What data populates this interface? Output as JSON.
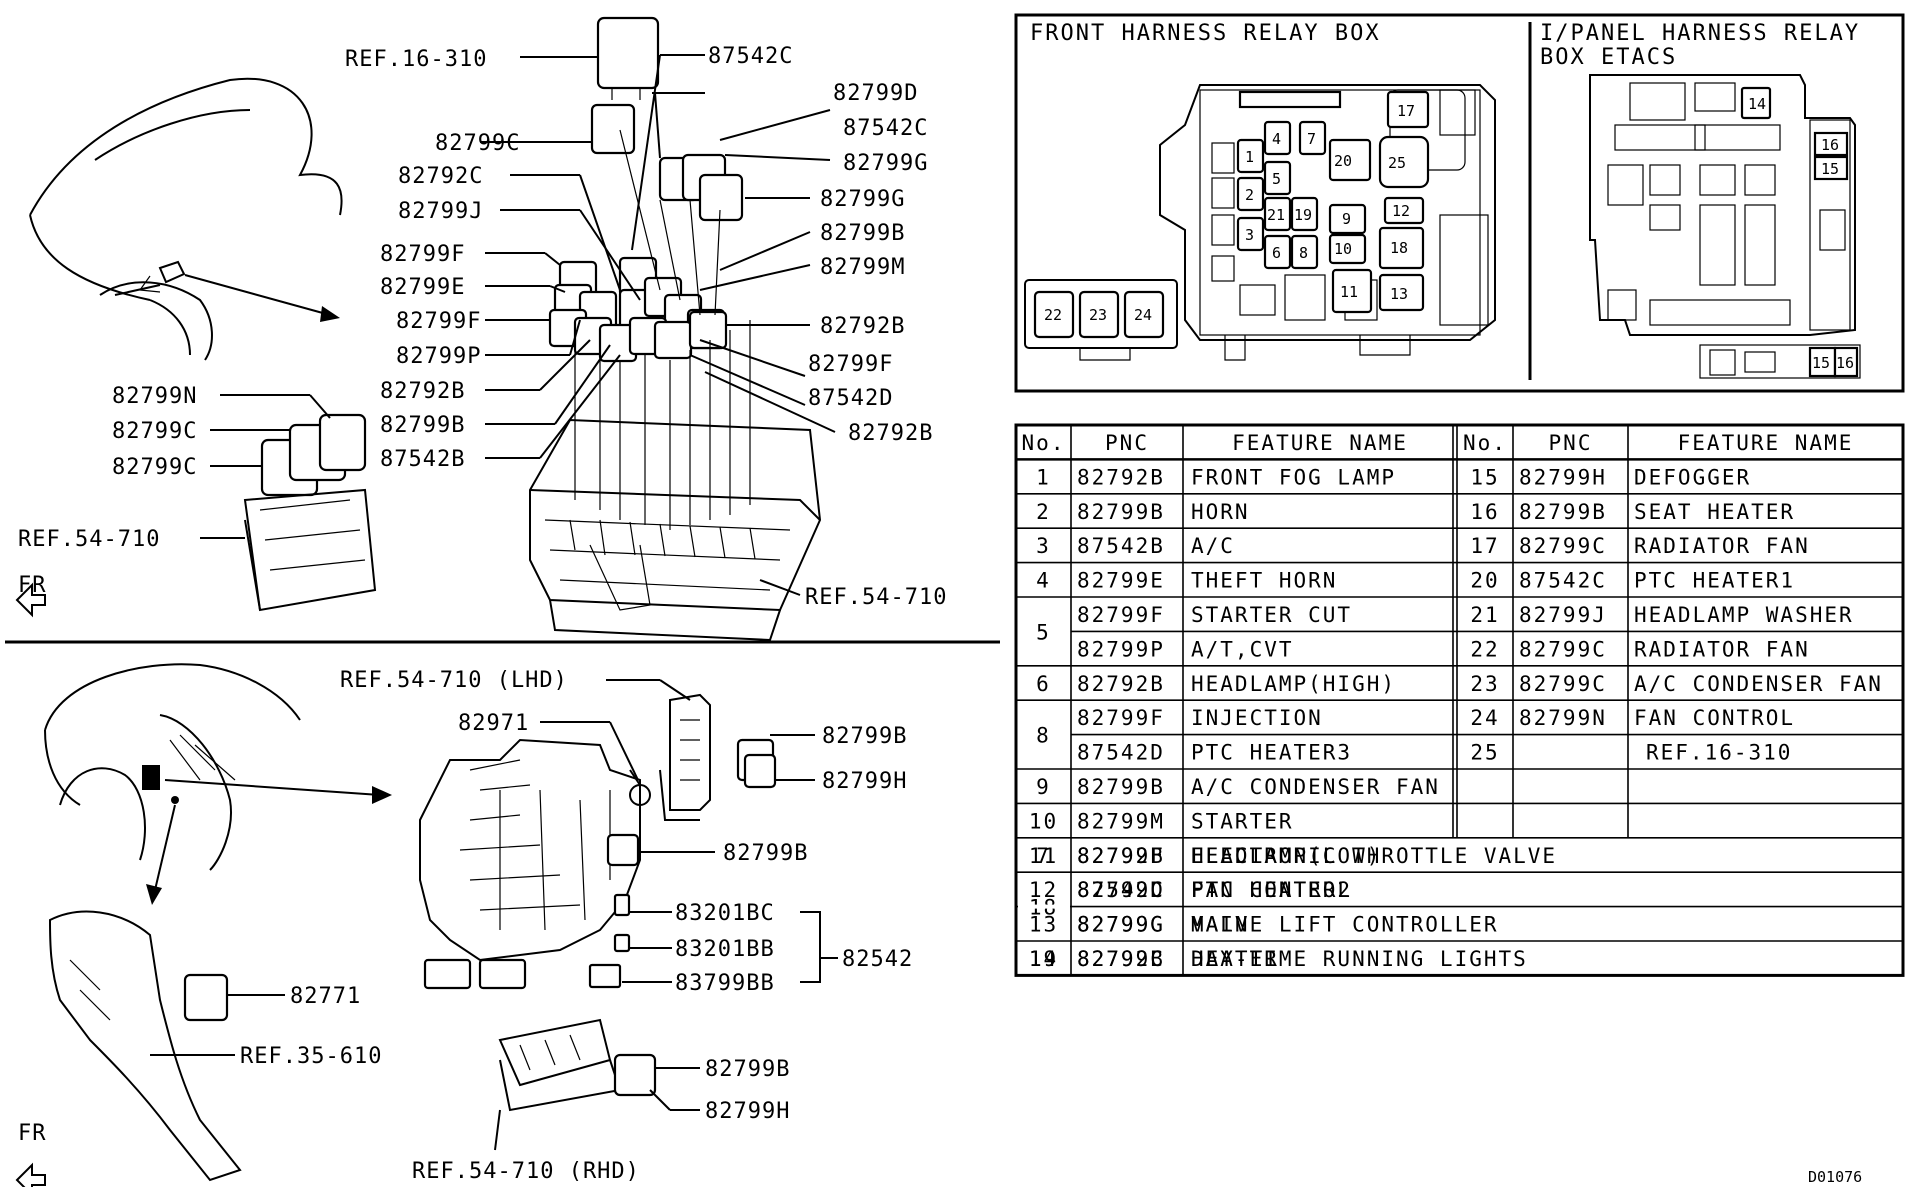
{
  "labels_top": [
    {
      "id": "ref16310",
      "text": "REF.16-310"
    },
    {
      "id": "p87542c_a",
      "text": "87542C"
    },
    {
      "id": "p82799d",
      "text": "82799D"
    },
    {
      "id": "p87542c_b",
      "text": "87542C"
    },
    {
      "id": "p82799g_a",
      "text": "82799G"
    },
    {
      "id": "p82799g_b",
      "text": "82799G"
    },
    {
      "id": "p82799b_r",
      "text": "82799B"
    },
    {
      "id": "p82799m",
      "text": "82799M"
    },
    {
      "id": "p82792b_r",
      "text": "82792B"
    },
    {
      "id": "p82799f_r",
      "text": "82799F"
    },
    {
      "id": "p87542d",
      "text": "87542D"
    },
    {
      "id": "p82792b_r2",
      "text": "82792B"
    },
    {
      "id": "ref54710_r",
      "text": "REF.54-710"
    },
    {
      "id": "p82799c_l",
      "text": "82799C"
    },
    {
      "id": "p82792c",
      "text": "82792C"
    },
    {
      "id": "p82799j",
      "text": "82799J"
    },
    {
      "id": "p82799f_l",
      "text": "82799F"
    },
    {
      "id": "p82799e",
      "text": "82799E"
    },
    {
      "id": "p82799f_l2",
      "text": "82799F"
    },
    {
      "id": "p82799p",
      "text": "82799P"
    },
    {
      "id": "p82792b_l",
      "text": "82792B"
    },
    {
      "id": "p82799b_l",
      "text": "82799B"
    },
    {
      "id": "p87542b",
      "text": "87542B"
    },
    {
      "id": "p82799n",
      "text": "82799N"
    },
    {
      "id": "p82799c_1",
      "text": "82799C"
    },
    {
      "id": "p82799c_2",
      "text": "82799C"
    },
    {
      "id": "ref54710_l",
      "text": "REF.54-710"
    }
  ],
  "labels_bottom": [
    {
      "id": "ref54710_lhd",
      "text": "REF.54-710 (LHD)"
    },
    {
      "id": "p82971",
      "text": "82971"
    },
    {
      "id": "p82799b_1",
      "text": "82799B"
    },
    {
      "id": "p82799h_1",
      "text": "82799H"
    },
    {
      "id": "p82799b_2",
      "text": "82799B"
    },
    {
      "id": "p83201bc",
      "text": "83201BC"
    },
    {
      "id": "p83201bb",
      "text": "83201BB"
    },
    {
      "id": "p83799bb",
      "text": "83799BB"
    },
    {
      "id": "p82542",
      "text": "82542"
    },
    {
      "id": "p82771",
      "text": "82771"
    },
    {
      "id": "ref35610",
      "text": "REF.35-610"
    },
    {
      "id": "p82799b_3",
      "text": "82799B"
    },
    {
      "id": "p82799h_2",
      "text": "82799H"
    },
    {
      "id": "ref54710_rhd",
      "text": "REF.54-710 (RHD)"
    }
  ],
  "fr_label": "FR",
  "relay_box": {
    "front_title": "FRONT HARNESS RELAY BOX",
    "ipanel_title_1": "I/PANEL HARNESS RELAY",
    "ipanel_title_2": "BOX ETACS",
    "front_slots": [
      "1",
      "2",
      "3",
      "4",
      "5",
      "6",
      "7",
      "8",
      "9",
      "10",
      "11",
      "12",
      "13",
      "17",
      "18",
      "19",
      "20",
      "21",
      "25"
    ],
    "front_extra_slots": [
      "22",
      "23",
      "24"
    ],
    "ipanel_slots": [
      "14",
      "15",
      "16"
    ],
    "ipanel_bottom_slots": [
      "15",
      "16"
    ]
  },
  "table": {
    "headers": [
      "No.",
      "PNC",
      "FEATURE NAME",
      "No.",
      "PNC",
      "FEATURE NAME"
    ],
    "left_rows": [
      {
        "no": "1",
        "pnc": "82792B",
        "name": "FRONT FOG LAMP"
      },
      {
        "no": "2",
        "pnc": "82799B",
        "name": "HORN"
      },
      {
        "no": "3",
        "pnc": "87542B",
        "name": "A/C"
      },
      {
        "no": "4",
        "pnc": "82799E",
        "name": "THEFT HORN"
      },
      {
        "no": "5",
        "pnc": "82799F",
        "name": "STARTER CUT"
      },
      {
        "no": "",
        "pnc": "82799P",
        "name": "A/T,CVT"
      },
      {
        "no": "6",
        "pnc": "82792B",
        "name": "HEADLAMP(HIGH)"
      },
      {
        "no": "8",
        "pnc": "82799F",
        "name": "INJECTION"
      },
      {
        "no": "",
        "pnc": "87542D",
        "name": "PTC HEATER3"
      },
      {
        "no": "9",
        "pnc": "82799B",
        "name": "A/C CONDENSER FAN"
      },
      {
        "no": "10",
        "pnc": "82799M",
        "name": "STARTER"
      },
      {
        "no": "11",
        "pnc": "82792B",
        "name": "HEADLAMP(LOW)"
      },
      {
        "no": "12",
        "pnc": "82799D",
        "name": "FAN CONTROL"
      },
      {
        "no": "13",
        "pnc": "82799G",
        "name": "MAIN"
      },
      {
        "no": "14",
        "pnc": "82799B",
        "name": "HEATER"
      }
    ],
    "right_rows": [
      {
        "no": "15",
        "pnc": "82799H",
        "name": "DEFOGGER"
      },
      {
        "no": "16",
        "pnc": "82799B",
        "name": "SEAT HEATER"
      },
      {
        "no": "17",
        "pnc": "82799C",
        "name": "RADIATOR FAN"
      },
      {
        "no": "20",
        "pnc": "87542C",
        "name": "PTC HEATER1"
      },
      {
        "no": "21",
        "pnc": "82799J",
        "name": "HEADLAMP WASHER"
      },
      {
        "no": "22",
        "pnc": "82799C",
        "name": "RADIATOR FAN"
      },
      {
        "no": "23",
        "pnc": "82799C",
        "name": "A/C CONDENSER FAN"
      },
      {
        "no": "24",
        "pnc": "82799N",
        "name": "FAN CONTROL"
      },
      {
        "no": "25",
        "pnc": "",
        "name": "REF.16-310"
      }
    ],
    "full_rows": [
      {
        "no": "7",
        "pnc": "82799F",
        "name": "ELECTRONIC THROTTLE VALVE"
      },
      {
        "no": "18",
        "pnc": "87542C",
        "name": "PTC HEATER2"
      },
      {
        "no": "",
        "pnc": "82799G",
        "name": "VALVE LIFT CONTROLLER"
      },
      {
        "no": "19",
        "pnc": "82792C",
        "name": "DAY-TIME RUNNING LIGHTS"
      }
    ]
  },
  "diagram_id": "D01076"
}
